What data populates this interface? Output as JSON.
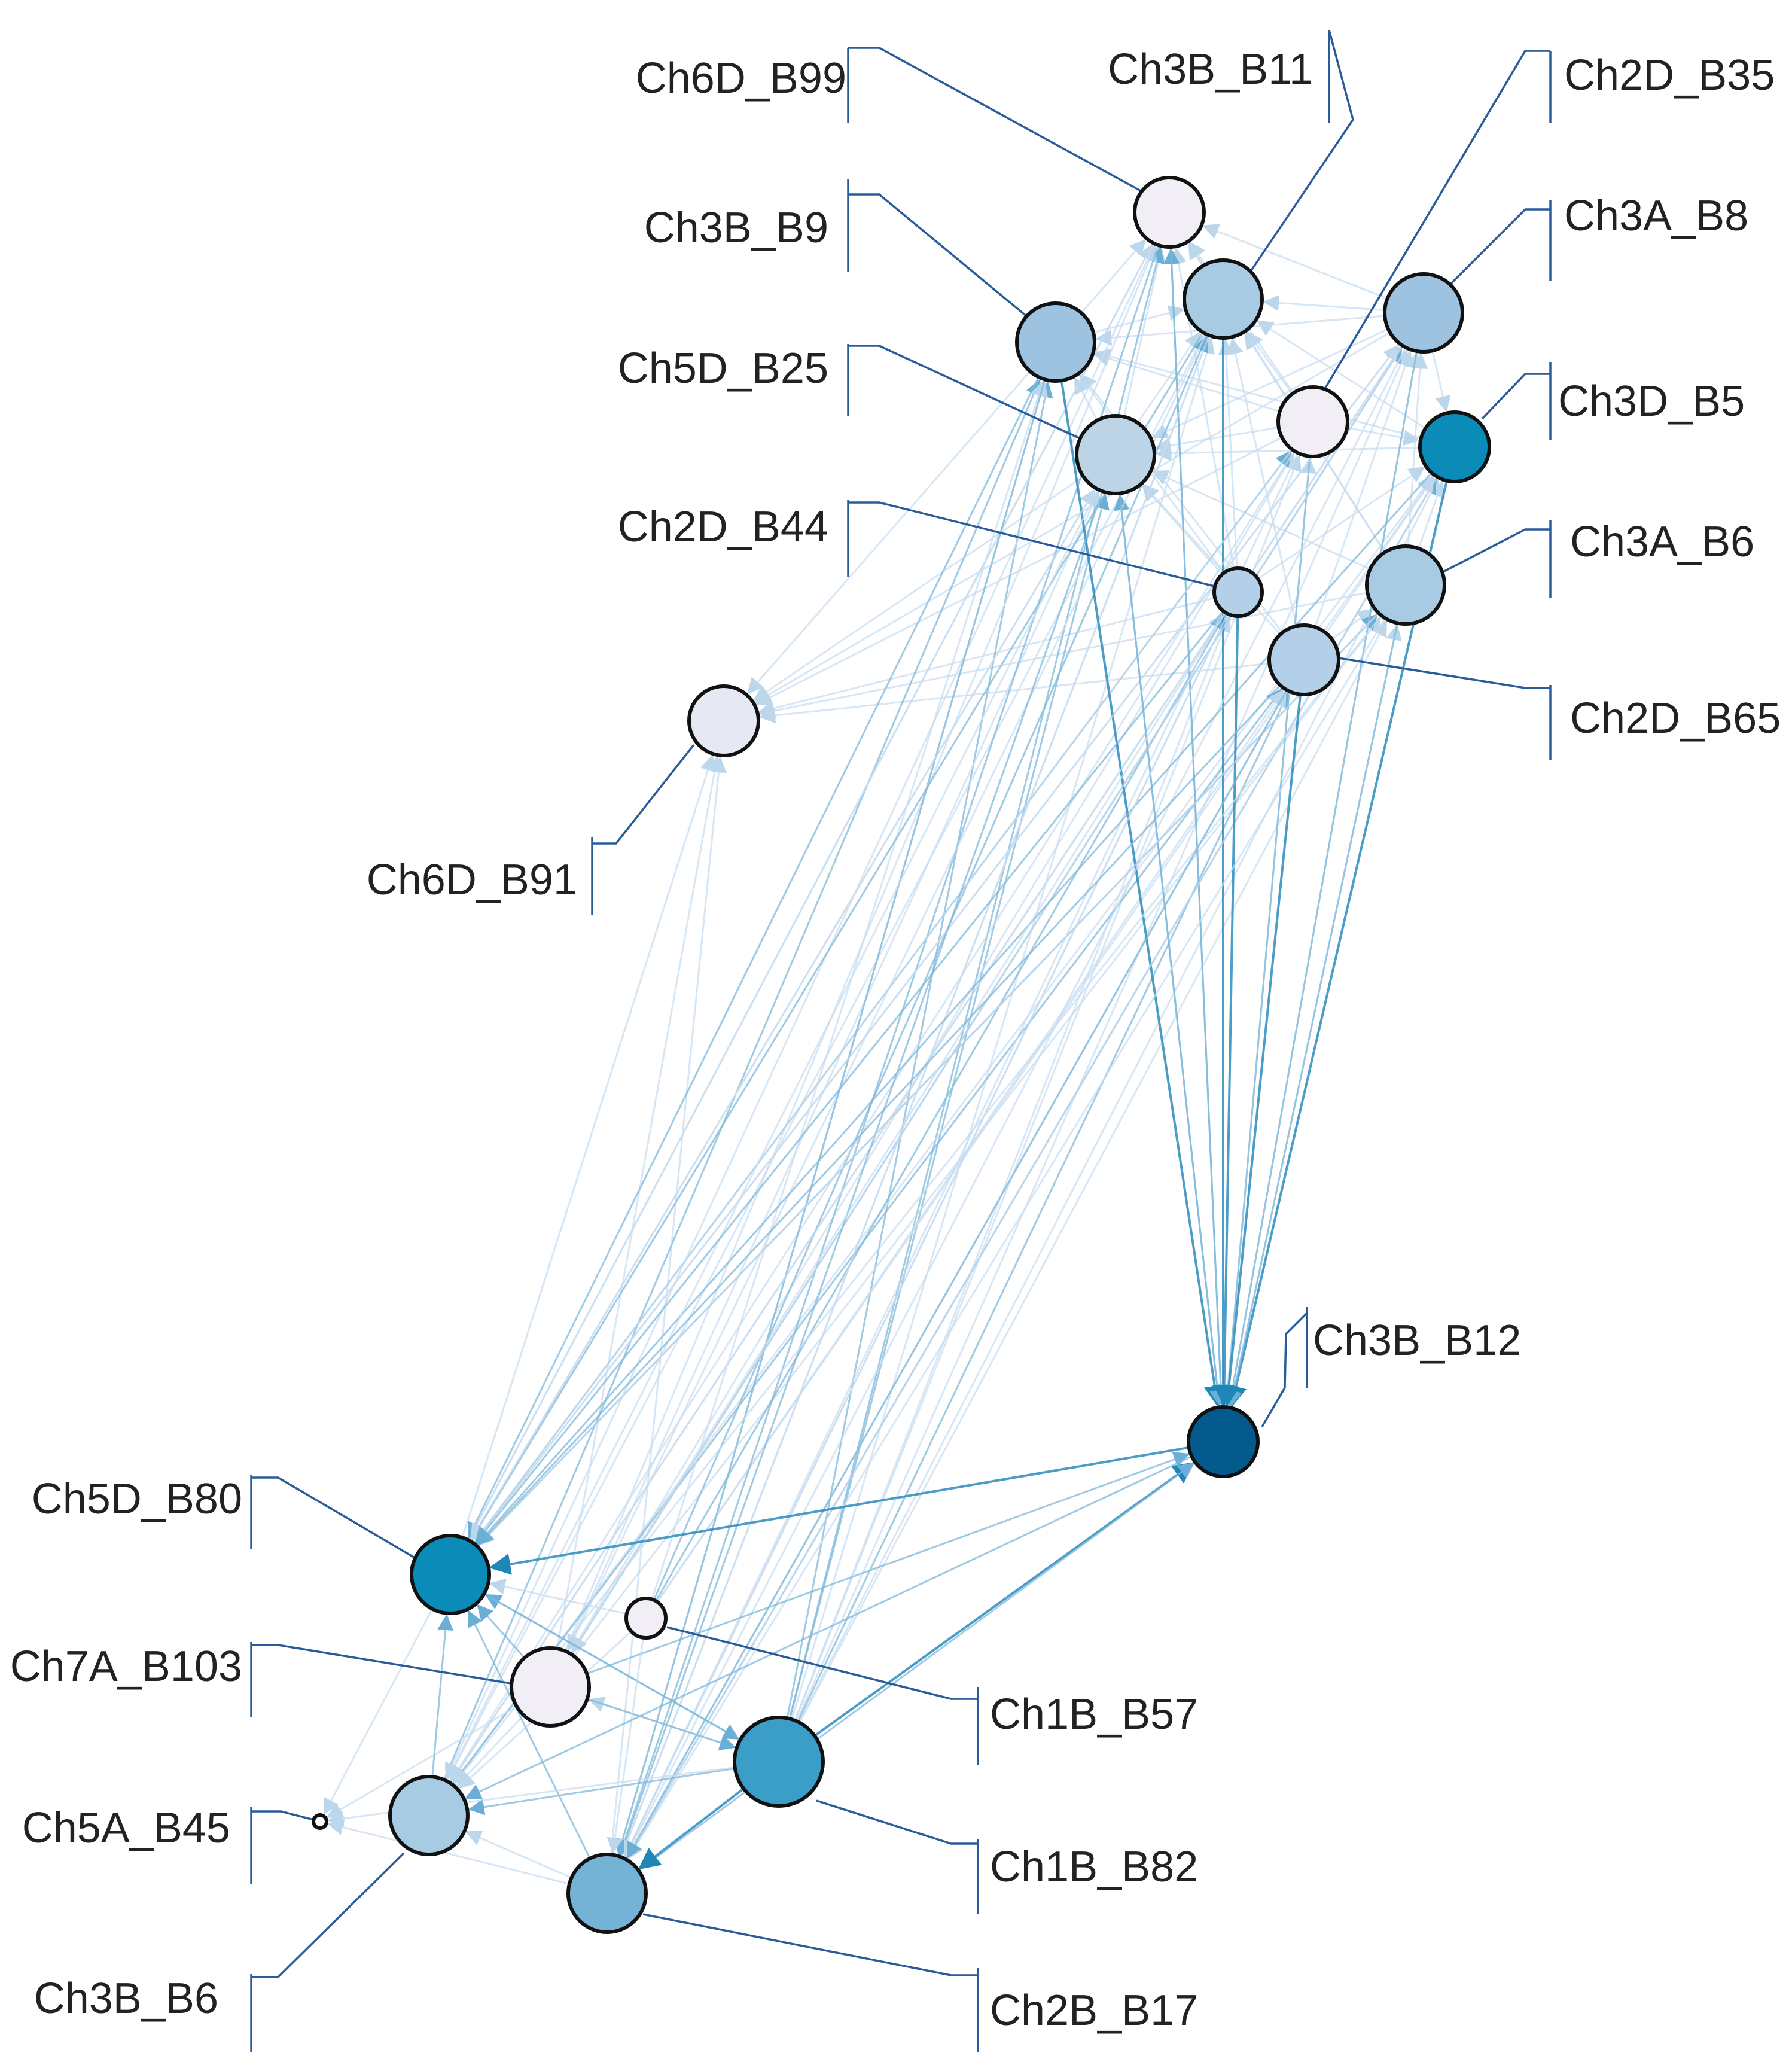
{
  "diagram": {
    "type": "directed-network",
    "colors": {
      "edge_light": "#c6dbef",
      "edge_mid": "#6baed6",
      "edge_dark": "#2b8cbe",
      "leader": "#2a5c9a",
      "node_stroke": "#111111",
      "label": "#222222"
    },
    "nodes": [
      {
        "id": "Ch6D_B99",
        "label": "Ch6D_B99",
        "fill": "#f1eef6",
        "size": "medium"
      },
      {
        "id": "Ch3B_B11",
        "label": "Ch3B_B11",
        "fill": "#a6cbe3",
        "size": "large"
      },
      {
        "id": "Ch2D_B35",
        "label": "Ch2D_B35",
        "fill": "#f1eef6",
        "size": "medium"
      },
      {
        "id": "Ch3B_B9",
        "label": "Ch3B_B9",
        "fill": "#9ec3e0",
        "size": "large"
      },
      {
        "id": "Ch3A_B8",
        "label": "Ch3A_B8",
        "fill": "#9ec3e0",
        "size": "large"
      },
      {
        "id": "Ch3D_B5",
        "label": "Ch3D_B5",
        "fill": "#0a8bb8",
        "size": "medium"
      },
      {
        "id": "Ch5D_B25",
        "label": "Ch5D_B25",
        "fill": "#bdd4e7",
        "size": "large"
      },
      {
        "id": "Ch2D_B44",
        "label": "Ch2D_B44",
        "fill": "#b3d0e8",
        "size": "small"
      },
      {
        "id": "Ch3A_B6",
        "label": "Ch3A_B6",
        "fill": "#a6cbe3",
        "size": "large"
      },
      {
        "id": "Ch2D_B65",
        "label": "Ch2D_B65",
        "fill": "#b3d0e8",
        "size": "medium"
      },
      {
        "id": "Ch6D_B91",
        "label": "Ch6D_B91",
        "fill": "#e6e9f4",
        "size": "medium"
      },
      {
        "id": "Ch3B_B12",
        "label": "Ch3B_B12",
        "fill": "#045a8d",
        "size": "medium"
      },
      {
        "id": "Ch5D_B80",
        "label": "Ch5D_B80",
        "fill": "#0a8bb8",
        "size": "large"
      },
      {
        "id": "Ch1B_B57",
        "label": "Ch1B_B57",
        "fill": "#f1eef6",
        "size": "tiny"
      },
      {
        "id": "Ch7A_B103",
        "label": "Ch7A_B103",
        "fill": "#f1eef6",
        "size": "large"
      },
      {
        "id": "Ch1B_B82",
        "label": "Ch1B_B82",
        "fill": "#3a9ec8",
        "size": "xlarge"
      },
      {
        "id": "Ch5A_B45",
        "label": "Ch5A_B45",
        "fill": "#ffffff",
        "size": "dot"
      },
      {
        "id": "Ch3B_B6",
        "label": "Ch3B_B6",
        "fill": "#a6cbe3",
        "size": "large"
      },
      {
        "id": "Ch2B_B17",
        "label": "Ch2B_B17",
        "fill": "#74b3d6",
        "size": "large"
      }
    ]
  }
}
